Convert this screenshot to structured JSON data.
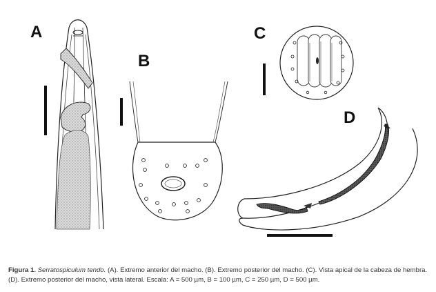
{
  "panels": {
    "a": "A",
    "b": "B",
    "c": "C",
    "d": "D"
  },
  "caption": {
    "figure_number": "Figura 1.",
    "species": "Serratospiculum tendo.",
    "text": " (A). Extremo anterior del macho. (B). Extremo posterior del macho. (C). Vista apical de la cabeza de hembra. (D). Extremo posterior del macho, vista lateral. Escala: A = 500 µm, B = 100 µm, C = 250 µm, D = 500 µm."
  },
  "colors": {
    "ink": "#111111",
    "stipple": "#c9c9c9",
    "caption_text": "#333333"
  }
}
